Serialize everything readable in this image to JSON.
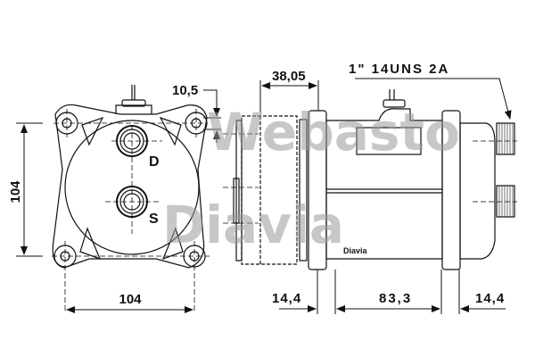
{
  "drawing": {
    "subject": "AC compressor technical drawing",
    "front_view": {
      "port_labels": {
        "discharge": "D",
        "suction": "S"
      },
      "dimensions": {
        "height": "104",
        "width": "104",
        "mount_offset": "10,5"
      }
    },
    "side_view": {
      "brand_label": "Diavia",
      "dimensions": {
        "clutch_depth": "38,05",
        "thread_spec": "1\"  14UNS  2A",
        "front_flange": "14,4",
        "body_length": "83,3",
        "rear_flange": "14,4"
      }
    },
    "watermark": {
      "line1": "Webasto",
      "line2": "Diavia",
      "color": "#9a9a9a"
    },
    "line_color": "#111111",
    "background": "#ffffff"
  }
}
